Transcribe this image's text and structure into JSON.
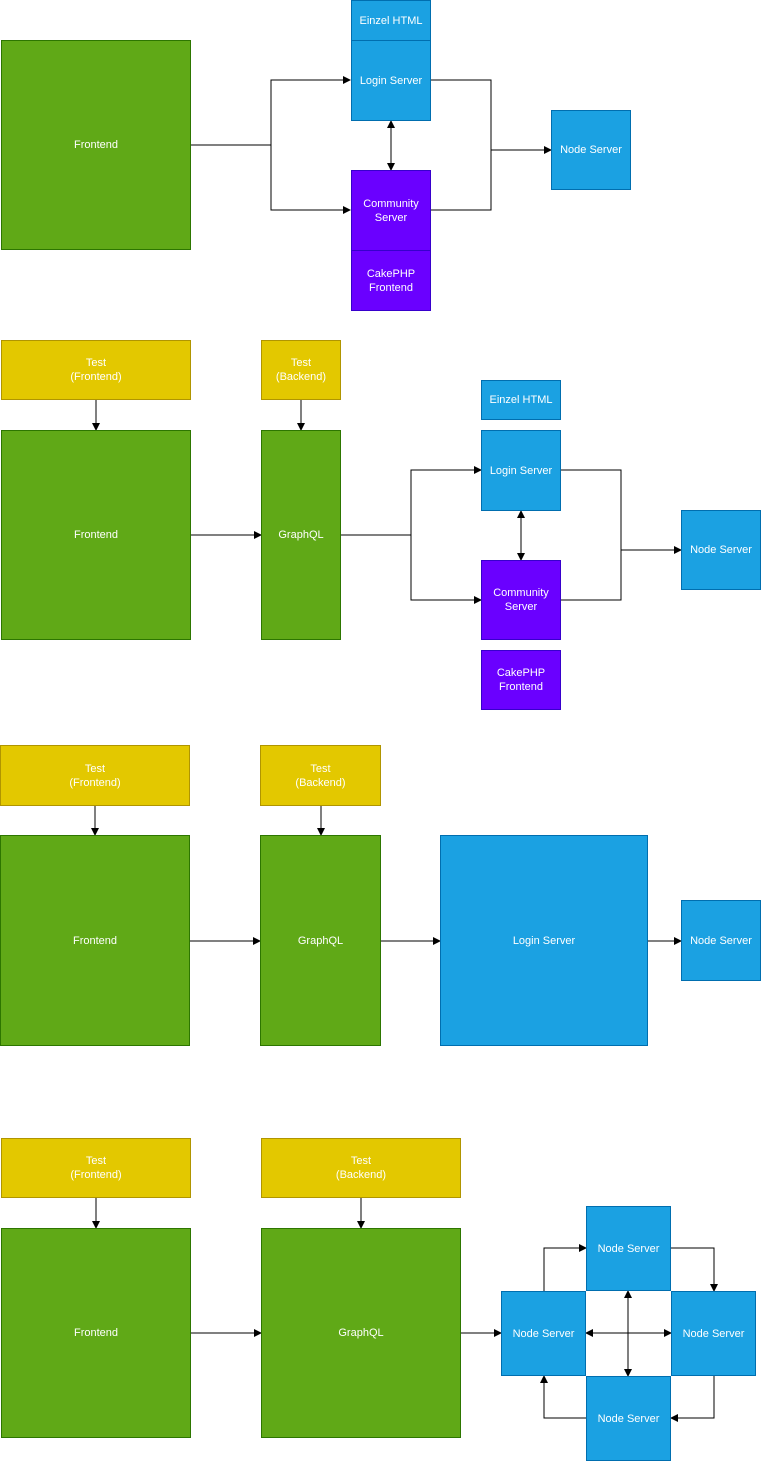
{
  "colors": {
    "frontend_green": "#60a917",
    "server_blue": "#1ba1e2",
    "community_purple": "#6a00ff",
    "test_yellow": "#e3c800",
    "text": "#ffffff",
    "connector": "#000000"
  },
  "diagram1": {
    "frontend": "Frontend",
    "einzel_html": "Einzel HTML",
    "login_server": "Login Server",
    "community_server": "Community\nServer",
    "cakephp_frontend": "CakePHP\nFrontend",
    "node_server": "Node Server"
  },
  "diagram2": {
    "test_frontend": "Test\n(Frontend)",
    "test_backend": "Test\n(Backend)",
    "frontend": "Frontend",
    "graphql": "GraphQL",
    "einzel_html": "Einzel HTML",
    "login_server": "Login Server",
    "community_server": "Community\nServer",
    "cakephp_frontend": "CakePHP\nFrontend",
    "node_server": "Node Server"
  },
  "diagram3": {
    "test_frontend": "Test\n(Frontend)",
    "test_backend": "Test\n(Backend)",
    "frontend": "Frontend",
    "graphql": "GraphQL",
    "login_server": "Login Server",
    "node_server": "Node Server"
  },
  "diagram4": {
    "test_frontend": "Test\n(Frontend)",
    "test_backend": "Test\n(Backend)",
    "frontend": "Frontend",
    "graphql": "GraphQL",
    "node_top": "Node Server",
    "node_left": "Node Server",
    "node_right": "Node Server",
    "node_bottom": "Node Server"
  }
}
